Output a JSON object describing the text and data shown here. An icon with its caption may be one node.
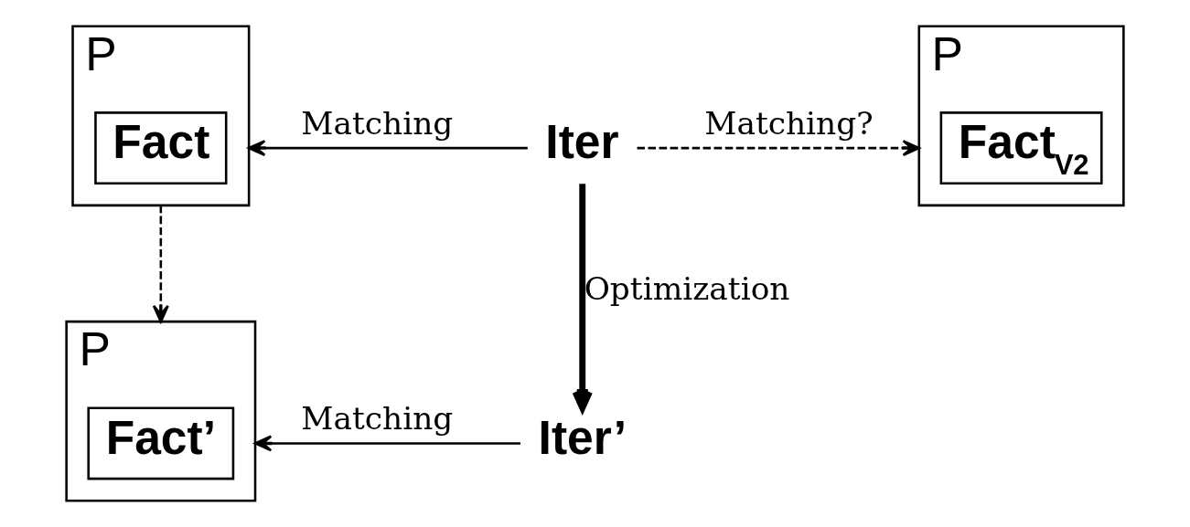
{
  "diagram": {
    "nodes": [
      {
        "text": [
          "P"
        ]
      },
      {
        "text": [
          "Fact"
        ],
        "in": 0
      },
      {
        "text": [
          "Iter"
        ]
      },
      {
        "text": [
          "P"
        ]
      },
      {
        "text": [
          "Fact$_{V2}$"
        ],
        "in": 3
      },
      {
        "text": [
          "P"
        ]
      },
      {
        "text": [
          "Fact’"
        ],
        "in": 5
      },
      {
        "text": [
          "Iter’"
        ]
      }
    ],
    "edges": [
      {
        "from": 2,
        "to": 0,
        "arrow": "to",
        "label": "Matching"
      },
      {
        "from": 2,
        "to": 3,
        "arrow": "to",
        "label": "Matching?",
        "style": "dashed"
      },
      {
        "from": 2,
        "to": 7,
        "arrow": "to",
        "label": "Optimization",
        "style": "thick"
      },
      {
        "from": 0,
        "to": 5,
        "arrow": "to",
        "style": "dashed"
      },
      {
        "from": 7,
        "to": 5,
        "arrow": "to",
        "label": "Matching"
      }
    ]
  }
}
